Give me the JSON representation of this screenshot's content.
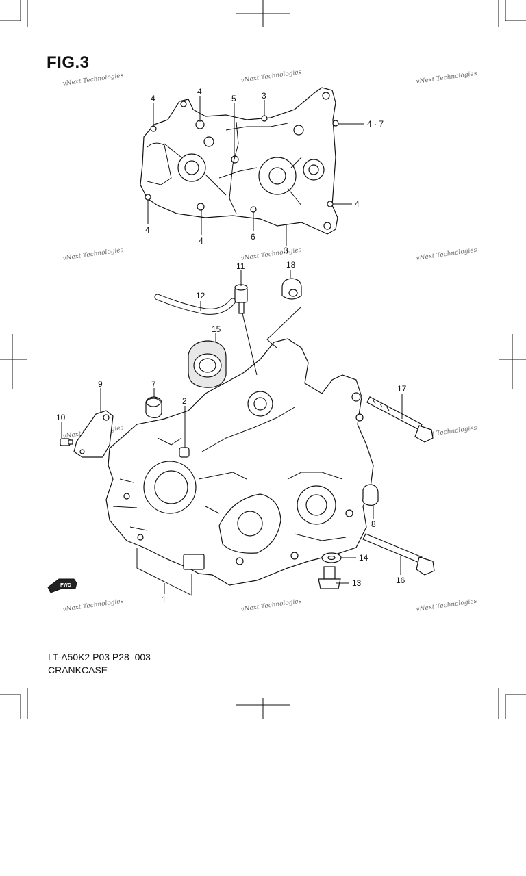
{
  "figure": {
    "title": "FIG.3"
  },
  "caption": {
    "model_code": "LT-A50K2 P03 P28_003",
    "section_name": "CRANKCASE"
  },
  "watermark": {
    "text": "vNext Technologies"
  },
  "callouts": [
    {
      "id": "c-4a",
      "label": "4"
    },
    {
      "id": "c-4b",
      "label": "4"
    },
    {
      "id": "c-5",
      "label": "5"
    },
    {
      "id": "c-3a",
      "label": "3"
    },
    {
      "id": "c-47",
      "label": "4 · 7"
    },
    {
      "id": "c-4c",
      "label": "4"
    },
    {
      "id": "c-4d",
      "label": "4"
    },
    {
      "id": "c-4e",
      "label": "4"
    },
    {
      "id": "c-6",
      "label": "6"
    },
    {
      "id": "c-3b",
      "label": "3"
    },
    {
      "id": "c-11",
      "label": "11"
    },
    {
      "id": "c-18",
      "label": "18"
    },
    {
      "id": "c-12",
      "label": "12"
    },
    {
      "id": "c-15",
      "label": "15"
    },
    {
      "id": "c-9",
      "label": "9"
    },
    {
      "id": "c-7",
      "label": "7"
    },
    {
      "id": "c-2",
      "label": "2"
    },
    {
      "id": "c-17",
      "label": "17"
    },
    {
      "id": "c-10",
      "label": "10"
    },
    {
      "id": "c-8",
      "label": "8"
    },
    {
      "id": "c-14",
      "label": "14"
    },
    {
      "id": "c-13",
      "label": "13"
    },
    {
      "id": "c-16",
      "label": "16"
    },
    {
      "id": "c-1",
      "label": "1"
    }
  ],
  "fwd_label": "FWD"
}
